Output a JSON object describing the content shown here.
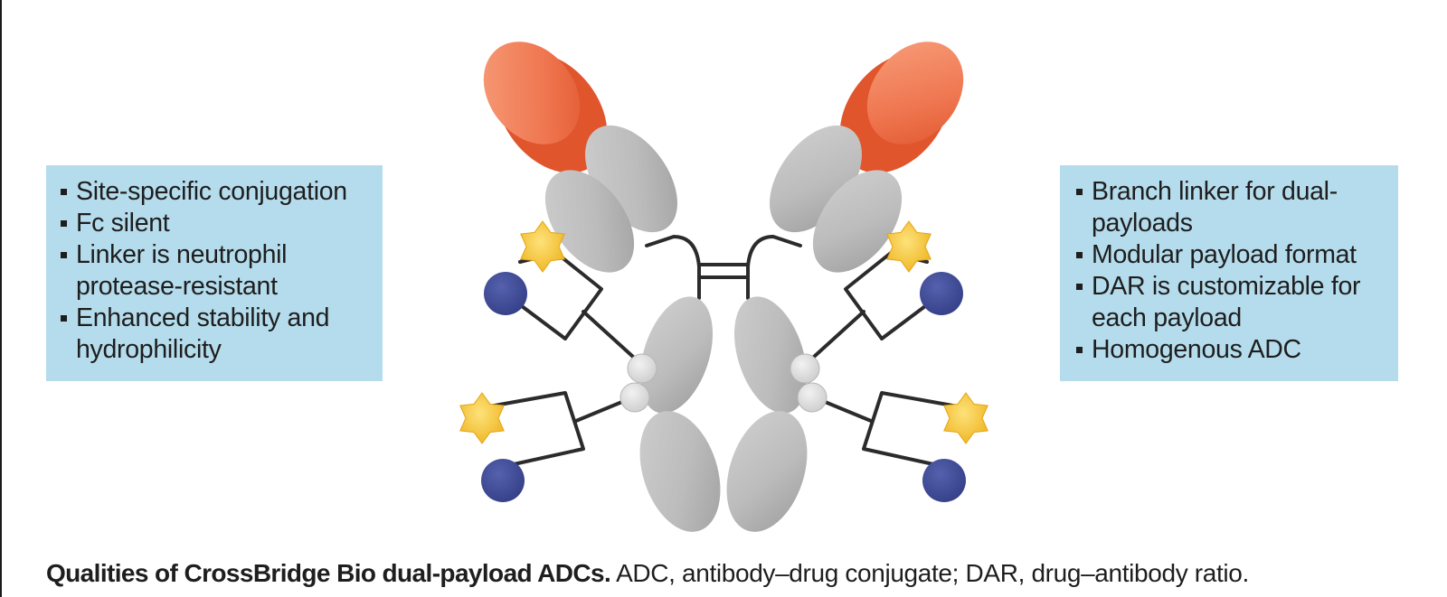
{
  "left_panel": {
    "items": [
      "Site-specific conjugation",
      "Fc silent",
      "Linker is neutrophil protease-resistant",
      "Enhanced stability and hydrophilicity"
    ]
  },
  "right_panel": {
    "items": [
      "Branch linker for dual-payloads",
      "Modular payload format",
      "DAR is customizable for each payload",
      "Homogenous ADC"
    ]
  },
  "caption": {
    "bold": "Qualities of CrossBridge Bio dual-payload ADCs.",
    "text": "ADC, antibody–drug conjugate; DAR, drug–antibody ratio."
  },
  "colors": {
    "panel_background": "#b5dcec",
    "antibody_domain": "#c2c2c2",
    "antigen_binding_tip": "#ee6f47",
    "payload_star": "#f6c531",
    "payload_circle": "#3e4b96",
    "linker_line": "#2b2b2b"
  }
}
